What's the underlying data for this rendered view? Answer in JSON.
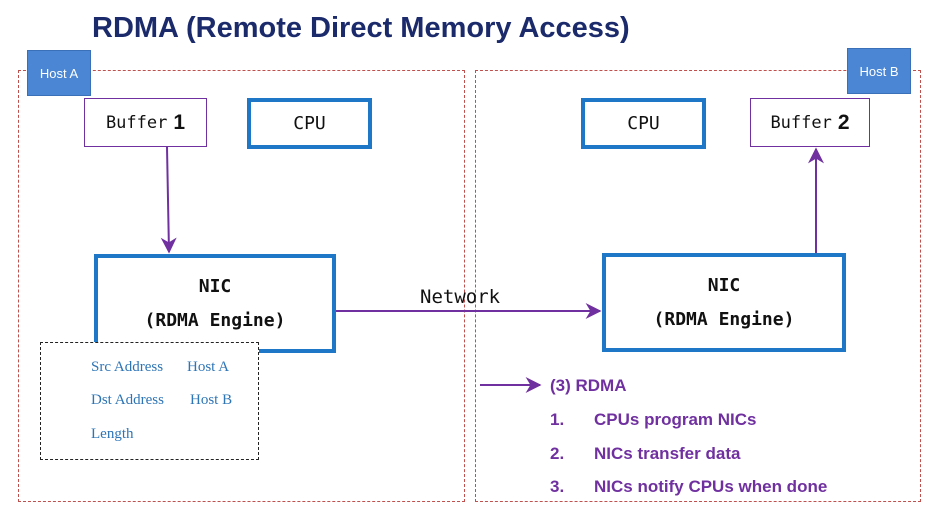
{
  "title": "RDMA (Remote Direct Memory Access)",
  "host_a": {
    "tag": "Host A",
    "buffer_label": "Buffer",
    "buffer_number": "1",
    "cpu_label": "CPU",
    "nic_line1": "NIC",
    "nic_line2": "(RDMA Engine)"
  },
  "host_b": {
    "tag": "Host B",
    "buffer_label": "Buffer",
    "buffer_number": "2",
    "cpu_label": "CPU",
    "nic_line1": "NIC",
    "nic_line2": "(RDMA Engine)"
  },
  "network_label": "Network",
  "packet_info": {
    "rows": [
      {
        "field": "Src Address",
        "value": "Host A"
      },
      {
        "field": "Dst Address",
        "value": "Host B"
      },
      {
        "field": "Length",
        "value": ""
      }
    ]
  },
  "steps": {
    "heading": "(3) RDMA",
    "items": [
      {
        "num": "1.",
        "text": "CPUs program NICs"
      },
      {
        "num": "2.",
        "text": "NICs transfer data"
      },
      {
        "num": "3.",
        "text": "NICs notify CPUs when done"
      }
    ]
  },
  "colors": {
    "title": "#1b2a6b",
    "host_border": "#c0504d",
    "host_tag": "#4a86d4",
    "box_border": "#1f77c8",
    "arrow": "#7030a0",
    "info_text": "#2e75b6",
    "steps_text": "#7030a0"
  }
}
